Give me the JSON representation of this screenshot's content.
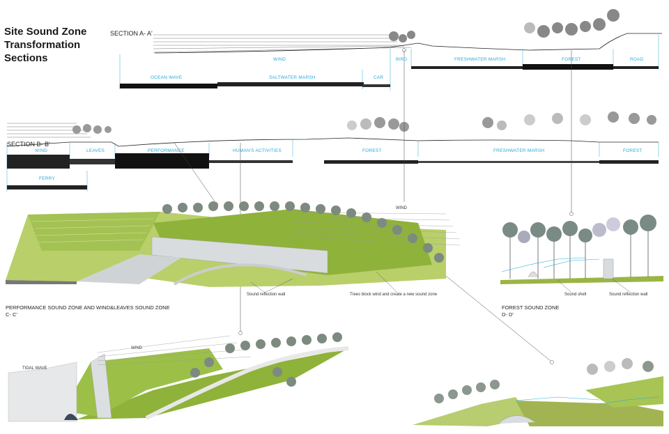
{
  "title": {
    "line1": "Site Sound Zone",
    "line2": "Transformation",
    "line3": "Sections"
  },
  "section_a": {
    "label": "SECTION A- A'",
    "zones": [
      "WIND",
      "BIRD",
      "FRESHWATER MARSH",
      "FOREST",
      "ROAD",
      "OCEAN WAVE",
      "SALTWATER MARSH",
      "CAR"
    ]
  },
  "section_b": {
    "label": "SECTION B- B'",
    "zones": [
      "WIND",
      "LEAVES",
      "PERFORMANCE",
      "HUMAN'S ACTIVITIES",
      "FOREST",
      "FRESHWATER MARSH",
      "FOREST",
      "FERRY"
    ]
  },
  "perspective_c": {
    "caption_line1": "PERFORMANCE SOUND ZONE AND WIND&LEAVES SOUND ZONE",
    "caption_line2": "C- C'",
    "wind": "WIND",
    "note_wall": "Sound reflection wall",
    "note_trees": "Trees block wind and create a new sound zone"
  },
  "perspective_d": {
    "caption_line1": "FOREST SOUND ZONE",
    "caption_line2": "D- D'",
    "note_shell": "Sound shell",
    "note_wall": "Sound reflection wall"
  },
  "perspective_e": {
    "wind": "WIND",
    "tidal": "TIDAL WAVE"
  },
  "colors": {
    "accent": "#29a9d9",
    "grass": "#8fb23a",
    "grass_light": "#b9cf6a",
    "wall": "#d9dcdf",
    "ink": "#1a1a1a"
  }
}
